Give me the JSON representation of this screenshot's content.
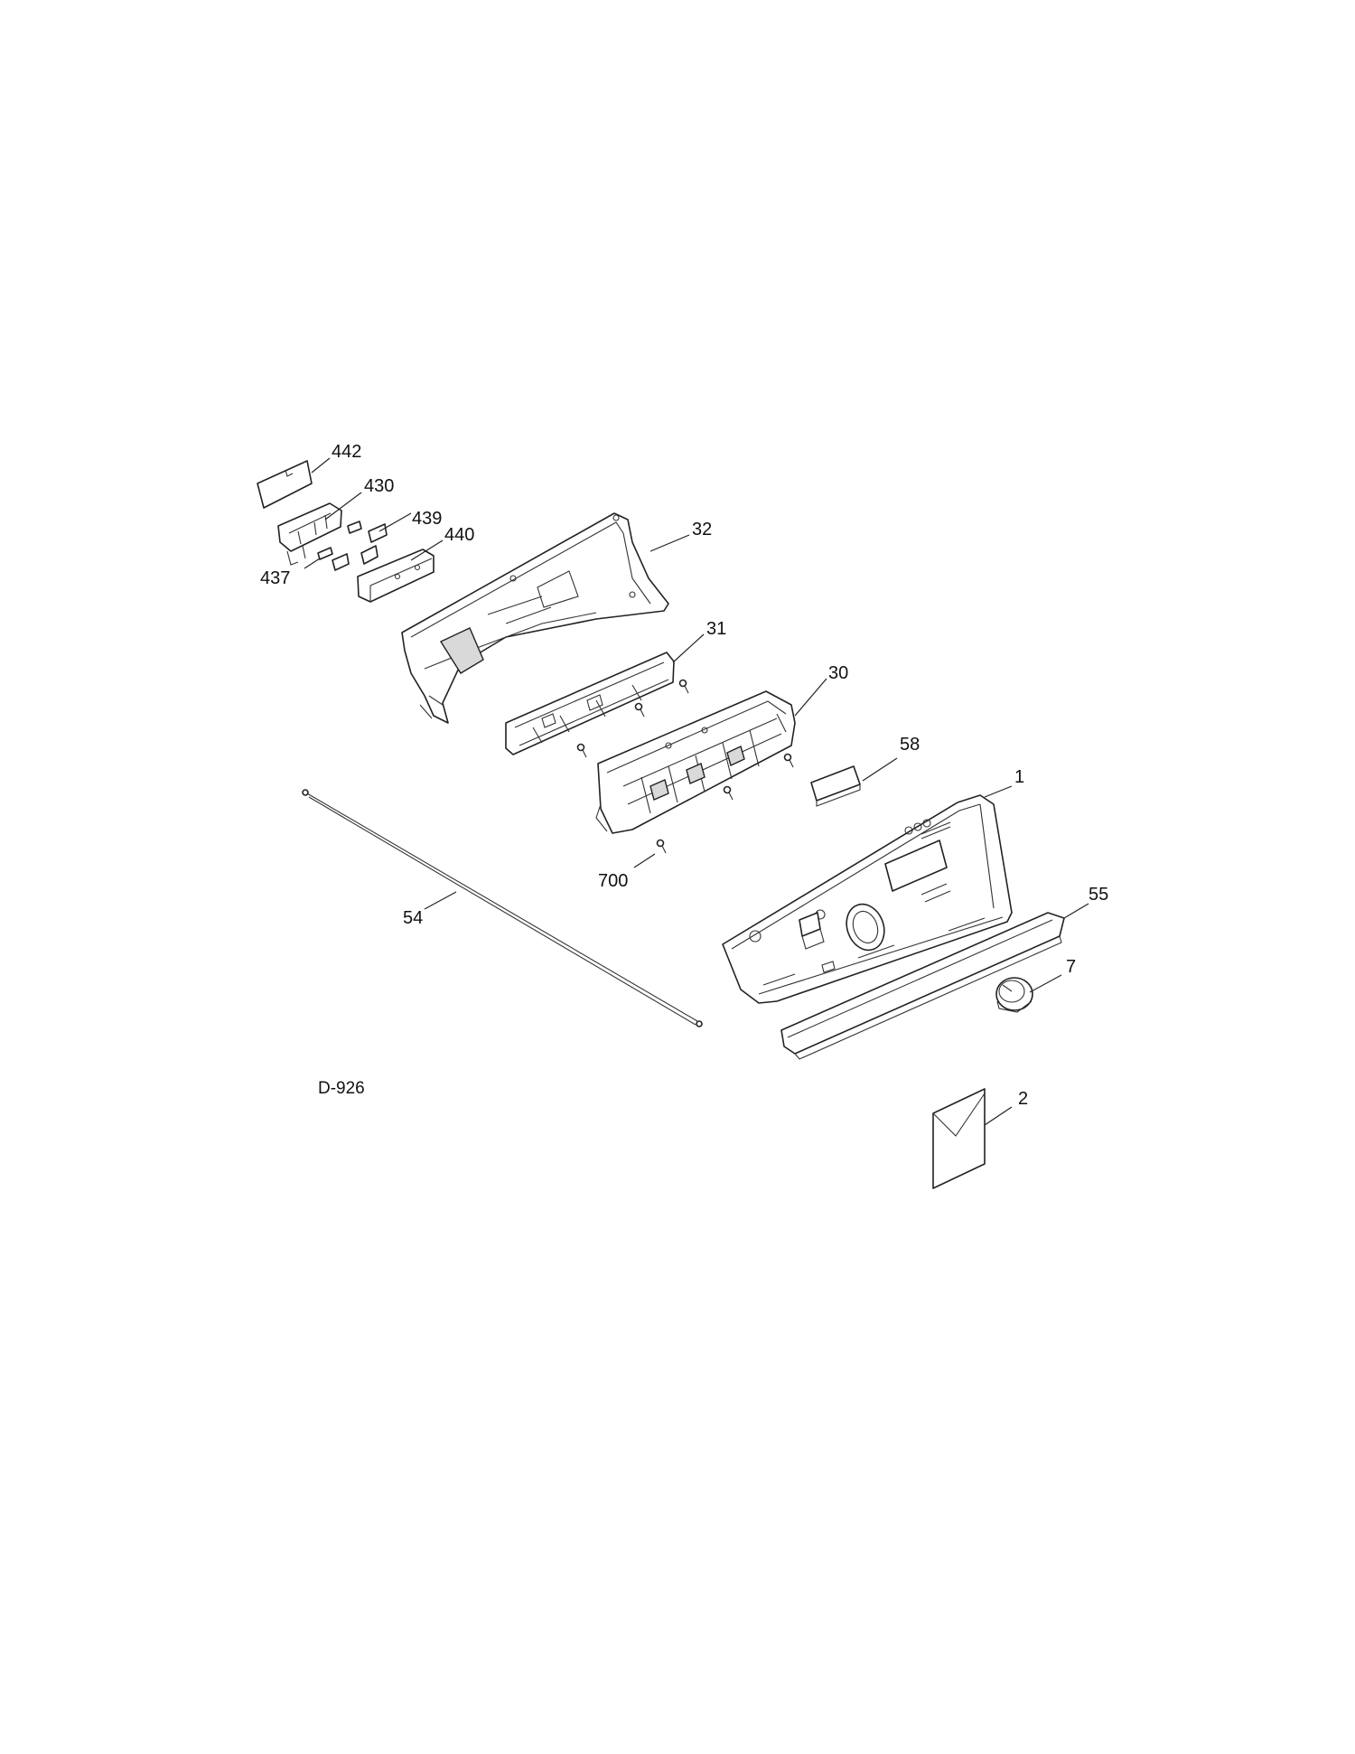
{
  "diagram_code": "D-926",
  "callouts": {
    "c442": "442",
    "c430": "430",
    "c439": "439",
    "c440": "440",
    "c437": "437",
    "c32": "32",
    "c31": "31",
    "c30": "30",
    "c58": "58",
    "c1": "1",
    "c55": "55",
    "c700": "700",
    "c54": "54",
    "c7": "7",
    "c2": "2"
  }
}
